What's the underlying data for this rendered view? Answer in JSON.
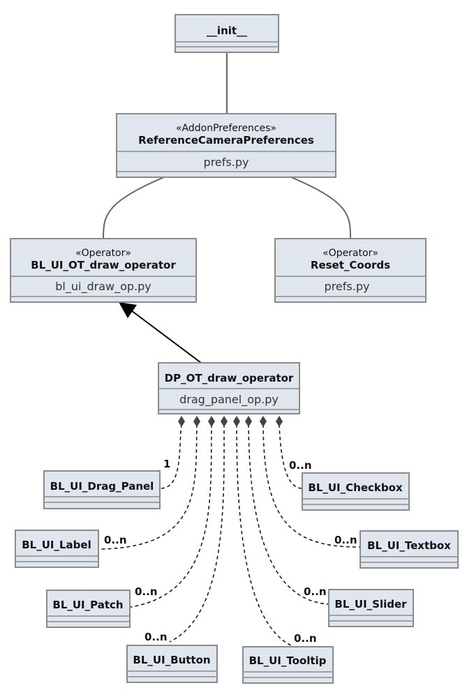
{
  "classes": {
    "init": {
      "name": "__init__"
    },
    "prefs": {
      "stereotype": "«AddonPreferences»",
      "name": "ReferenceCameraPreferences",
      "file": "prefs.py"
    },
    "draw_op": {
      "stereotype": "«Operator»",
      "name": "BL_UI_OT_draw_operator",
      "file": "bl_ui_draw_op.py"
    },
    "reset": {
      "stereotype": "«Operator»",
      "name": "Reset_Coords",
      "file": "prefs.py"
    },
    "dp_op": {
      "name": "DP_OT_draw_operator",
      "file": "drag_panel_op.py"
    },
    "drag_panel": {
      "name": "BL_UI_Drag_Panel"
    },
    "label": {
      "name": "BL_UI_Label"
    },
    "patch": {
      "name": "BL_UI_Patch"
    },
    "button": {
      "name": "BL_UI_Button"
    },
    "tooltip": {
      "name": "BL_UI_Tooltip"
    },
    "slider": {
      "name": "BL_UI_Slider"
    },
    "textbox": {
      "name": "BL_UI_Textbox"
    },
    "checkbox": {
      "name": "BL_UI_Checkbox"
    }
  },
  "multiplicities": {
    "drag_panel": "1",
    "label": "0..n",
    "patch": "0..n",
    "button": "0..n",
    "tooltip": "0..n",
    "slider": "0..n",
    "textbox": "0..n",
    "checkbox": "0..n"
  },
  "colors": {
    "box_fill": "#e0e6ee",
    "box_border": "#8a8a8a",
    "edge": "#666666",
    "composition": "#444444"
  }
}
